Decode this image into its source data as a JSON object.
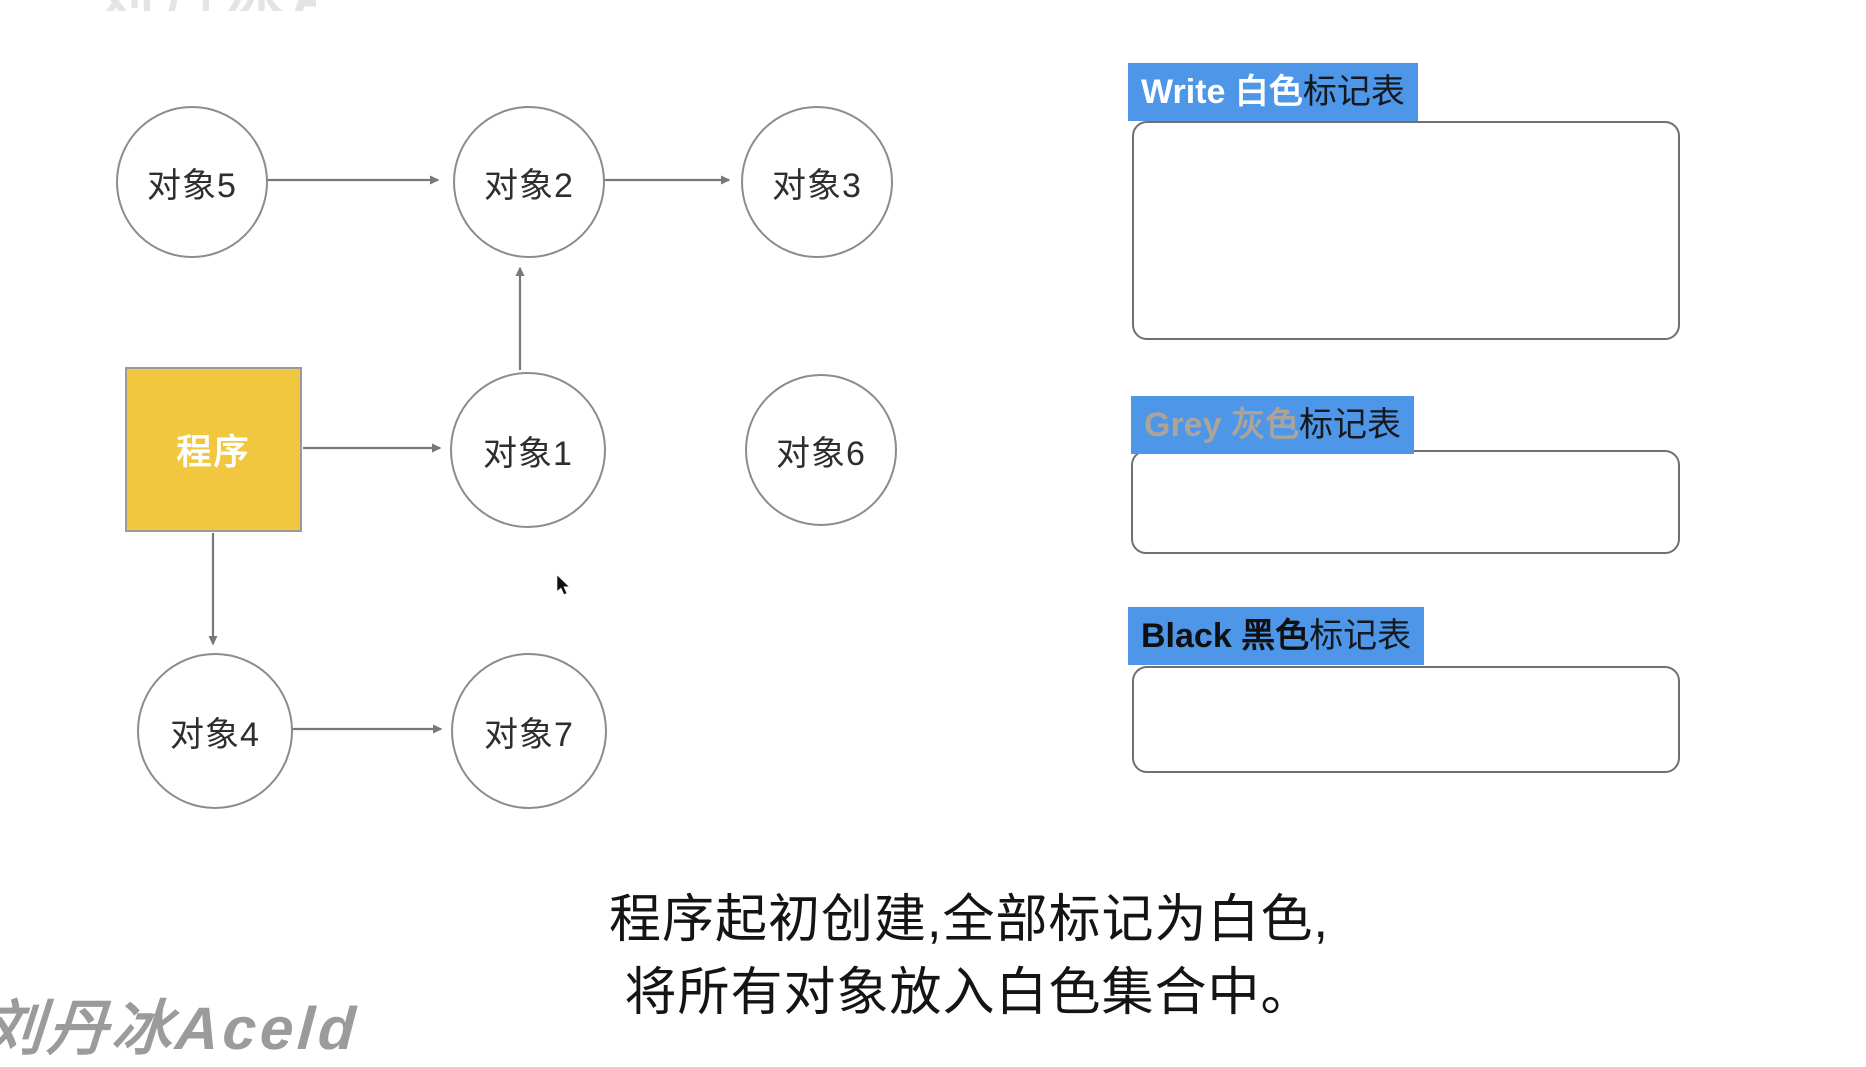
{
  "diagram": {
    "program": {
      "label": "程序"
    },
    "nodes": [
      {
        "label": "对象5"
      },
      {
        "label": "对象2"
      },
      {
        "label": "对象3"
      },
      {
        "label": "对象1"
      },
      {
        "label": "对象6"
      },
      {
        "label": "对象4"
      },
      {
        "label": "对象7"
      }
    ],
    "edges": [
      {
        "from": "对象5",
        "to": "对象2"
      },
      {
        "from": "对象2",
        "to": "对象3"
      },
      {
        "from": "对象1",
        "to": "对象2"
      },
      {
        "from": "程序",
        "to": "对象1"
      },
      {
        "from": "程序",
        "to": "对象4"
      },
      {
        "from": "对象4",
        "to": "对象7"
      }
    ]
  },
  "mark_tables": [
    {
      "name": "white",
      "label_head": "Write 白色",
      "label_tail": "标记表"
    },
    {
      "name": "grey",
      "label_head": "Grey 灰色",
      "label_tail": "标记表"
    },
    {
      "name": "black",
      "label_head": "Black 黑色",
      "label_tail": "标记表"
    }
  ],
  "caption": {
    "line1": "程序起初创建,全部标记为白色,",
    "line2": "将所有对象放入白色集合中。"
  },
  "watermark": {
    "text": "刘丹冰Aceld"
  },
  "colors": {
    "label_blue": "#4d96e8",
    "program_yellow": "#f1c73f",
    "grey_label_text": "#aca49a",
    "arrow_grey": "#787878"
  }
}
